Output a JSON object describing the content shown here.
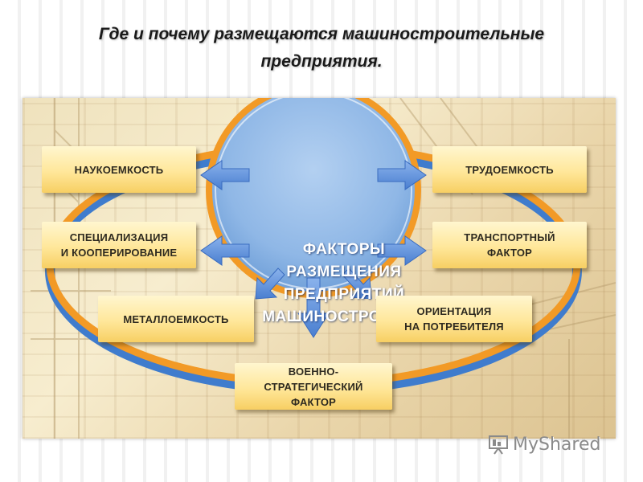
{
  "title": {
    "line1": "Где и почему размещаются машиностроительные",
    "line2": "предприятия."
  },
  "center": {
    "line1": "ФАКТОРЫ",
    "line2": "РАЗМЕЩЕНИЯ",
    "line3": "ПРЕДПРИЯТИЙ",
    "line4": "МАШИНОСТРОЕНИЯ"
  },
  "factors": {
    "science": {
      "line1": "НАУКОЕМКОСТЬ"
    },
    "labor": {
      "line1": "ТРУДОЕМКОСТЬ"
    },
    "specialization": {
      "line1": "СПЕЦИАЛИЗАЦИЯ",
      "line2": "И КООПЕРИРОВАНИЕ"
    },
    "transport": {
      "line1": "ТРАНСПОРТНЫЙ",
      "line2": "ФАКТОР"
    },
    "metal": {
      "line1": "МЕТАЛЛОЕМКОСТЬ"
    },
    "consumer": {
      "line1": "ОРИЕНТАЦИЯ",
      "line2": "НА ПОТРЕБИТЕЛЯ"
    },
    "military": {
      "line1": "ВОЕННО-СТРАТЕГИЧЕСКИЙ",
      "line2": "ФАКТОР"
    }
  },
  "watermark": {
    "text": "MyShared",
    "icon": "presentation-board-icon"
  },
  "colors": {
    "circle_fill": "#8fb7e6",
    "ring_orange": "#f29a26",
    "ring_blue": "#3f7ccd",
    "arrow": "#5b8fd9",
    "box_fill": "#ffe79a"
  }
}
